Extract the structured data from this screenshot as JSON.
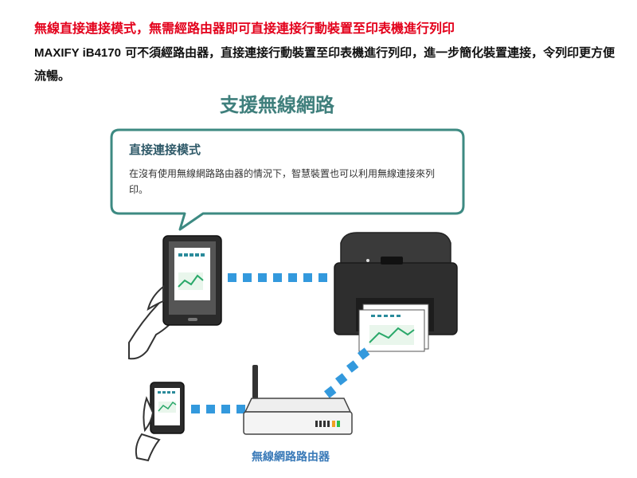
{
  "header": {
    "headline": "無線直接連接模式，無需經路由器即可直接連接行動裝置至印表機進行列印",
    "model": "MAXIFY iB4170",
    "description": " 可不須經路由器，直接連接行動裝置至印表機進行列印，進一步簡化裝置連接，令列印更方便流暢。"
  },
  "diagram": {
    "title": "支援無線網路",
    "bubble_title": "直接連接模式",
    "bubble_text": "在沒有使用無線網路路由器的情況下，智慧裝置也可以利用無線連接來列印。",
    "router_label": "無線網路路由器"
  },
  "colors": {
    "headline": "#e3001b",
    "title": "#3f7f7c",
    "bubble_border": "#3d8a82",
    "link_dots": "#3399dd",
    "router_label": "#3a7ab8"
  }
}
